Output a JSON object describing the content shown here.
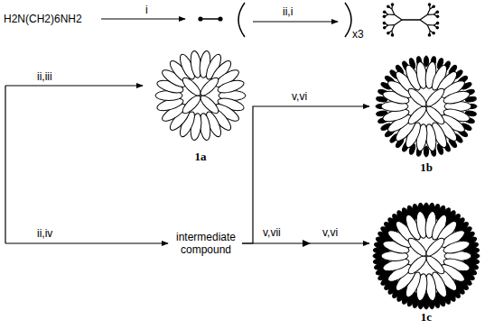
{
  "diagram": {
    "nodes": [
      {
        "text": [
          "H2N(CH2)6NH2"
        ]
      },
      {
        "text": [
          "intermediate compound"
        ]
      },
      {
        "text": [
          "1a"
        ]
      },
      {
        "text": [
          "1b"
        ]
      },
      {
        "text": [
          "1c"
        ]
      }
    ],
    "edges": [
      {
        "from": 1,
        "to": 3,
        "label": "v,vi",
        "arrow": "to"
      },
      {
        "from": 1,
        "to": 4,
        "label": "v,vii",
        "arrow": "to"
      }
    ],
    "labels": [
      "i",
      "ii,i",
      "x3",
      "ii,iii",
      "ii,iv",
      "v,vi"
    ]
  }
}
